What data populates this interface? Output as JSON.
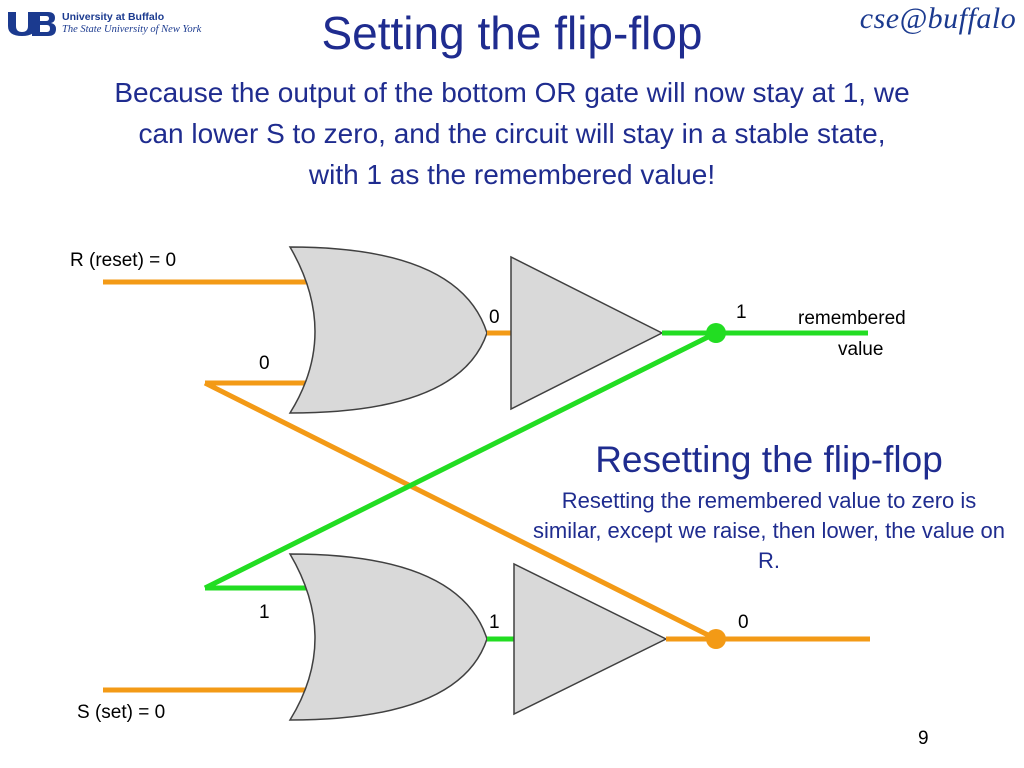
{
  "header": {
    "ub_name": "University at Buffalo",
    "ub_subtitle": "The State University of New York",
    "cse_logo": "cse@buffalo"
  },
  "slide": {
    "title": "Setting the flip-flop",
    "subtitle": "Because the output of the bottom OR gate will now stay at 1, we can lower S to zero, and the circuit will stay in a stable state, with 1 as the remembered value!",
    "section_title": "Resetting the flip-flop",
    "section_body": "Resetting the remembered value to zero is similar, except we raise, then lower, the value on R.",
    "page_number": "9"
  },
  "circuit": {
    "labels": {
      "r_input": "R (reset) = 0",
      "top_or_lower_input": "0",
      "top_or_output": "0",
      "top_output_value": "1",
      "remembered_line1": "remembered",
      "remembered_line2": "value",
      "bottom_or_upper_input": "1",
      "bottom_or_output": "1",
      "bottom_output_value": "0",
      "s_input": "S (set) = 0"
    },
    "colors": {
      "wire_low": "#f39a16",
      "wire_high": "#22dd22",
      "gate_fill": "#d9d9d9",
      "gate_stroke": "#404040",
      "text_blue": "#1f2c8f"
    }
  }
}
